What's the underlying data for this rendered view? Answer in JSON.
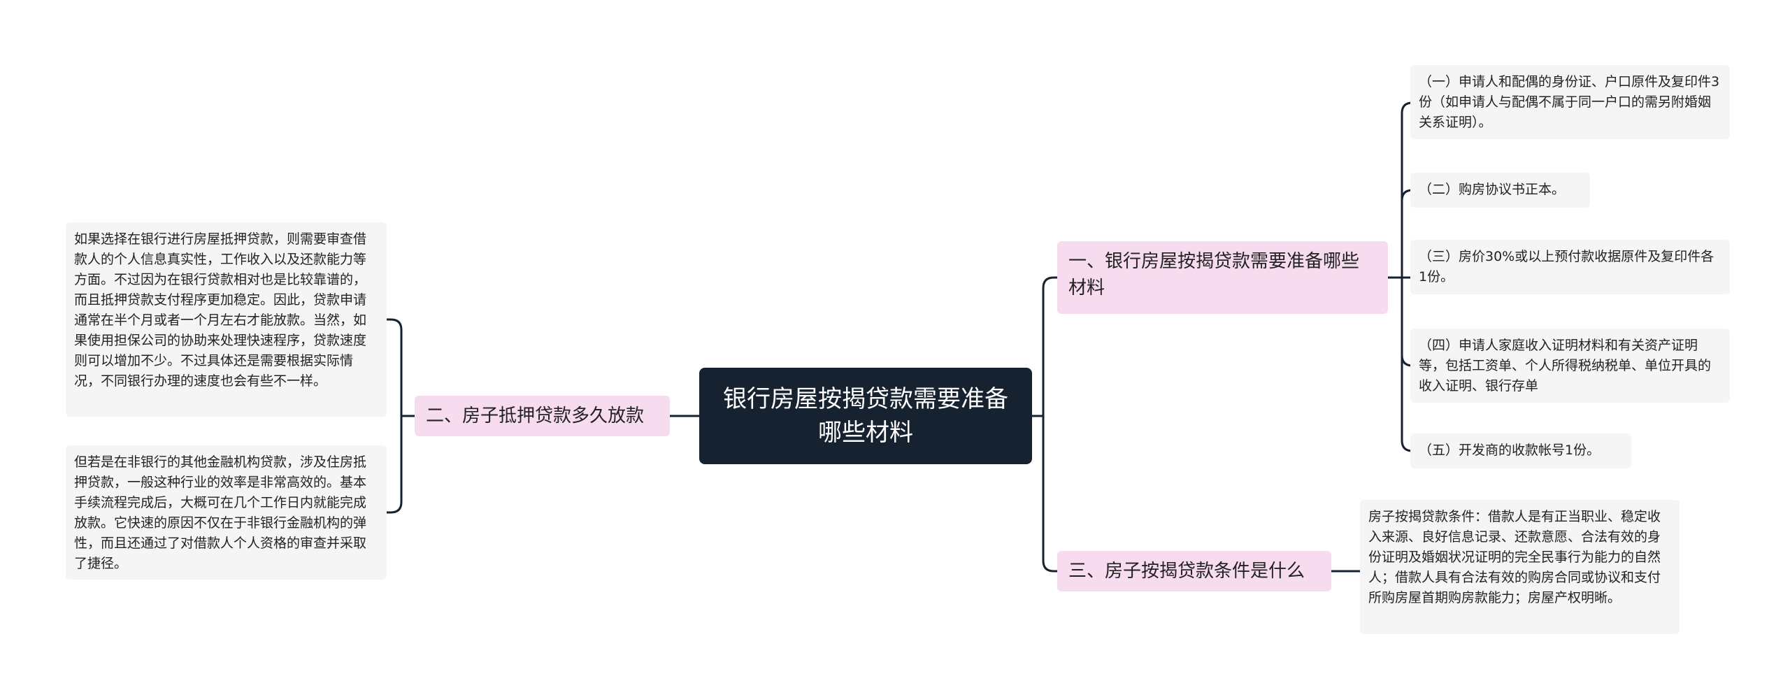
{
  "root": {
    "title": "银行房屋按揭贷款需要准备哪些材料"
  },
  "branch1": {
    "label": "一、银行房屋按揭贷款需要准备哪些材料",
    "items": [
      "（一）申请人和配偶的身份证、户口原件及复印件3份（如申请人与配偶不属于同一户口的需另附婚姻关系证明）。",
      "（二）购房协议书正本。",
      "（三）房价30%或以上预付款收据原件及复印件各1份。",
      "（四）申请人家庭收入证明材料和有关资产证明等，包括工资单、个人所得税纳税单、单位开具的收入证明、银行存单",
      "（五）开发商的收款帐号1份。"
    ]
  },
  "branch2": {
    "label": "二、房子抵押贷款多久放款",
    "items": [
      "如果选择在银行进行房屋抵押贷款，则需要审查借款人的个人信息真实性，工作收入以及还款能力等方面。不过因为在银行贷款相对也是比较靠谱的，而且抵押贷款支付程序更加稳定。因此，贷款申请通常在半个月或者一个月左右才能放款。当然，如果使用担保公司的协助来处理快速程序，贷款速度则可以增加不少。不过具体还是需要根据实际情况，不同银行办理的速度也会有些不一样。",
      "但若是在非银行的其他金融机构贷款，涉及住房抵押贷款，一般这种行业的效率是非常高效的。基本手续流程完成后，大概可在几个工作日内就能完成放款。它快速的原因不仅在于非银行金融机构的弹性，而且还通过了对借款人个人资格的审查并采取了捷径。"
    ]
  },
  "branch3": {
    "label": "三、房子按揭贷款条件是什么",
    "items": [
      "房子按揭贷款条件：借款人是有正当职业、稳定收入来源、良好信息记录、还款意愿、合法有效的身份证明及婚姻状况证明的完全民事行为能力的自然人；借款人具有合法有效的购房合同或协议和支付所购房屋首期购房款能力；房屋产权明晰。"
    ]
  }
}
